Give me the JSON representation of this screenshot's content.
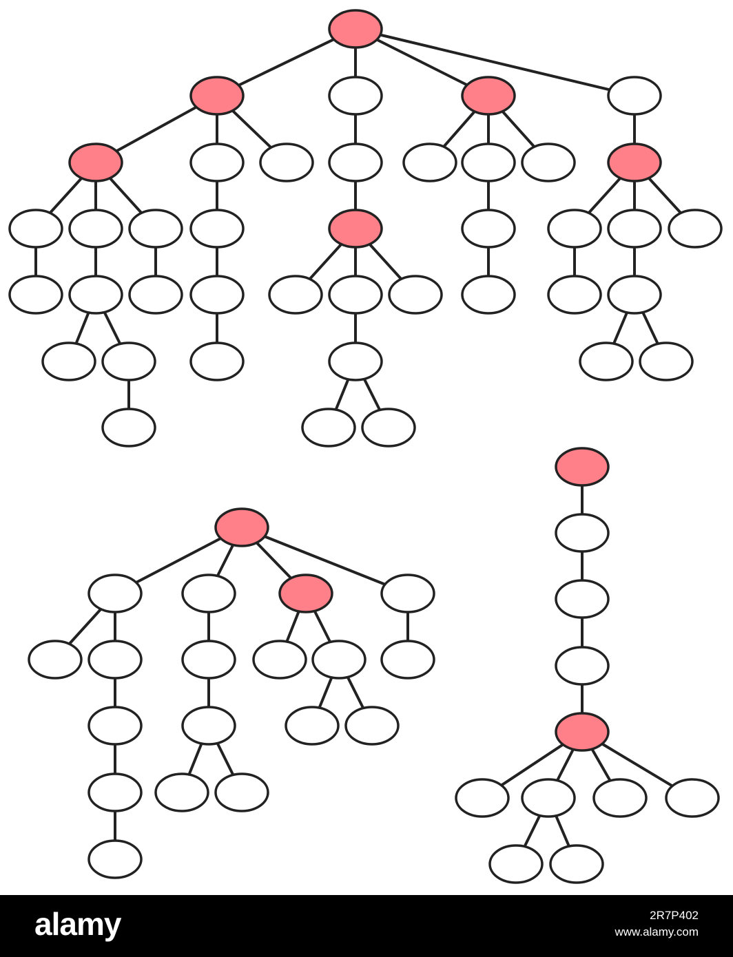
{
  "watermark": {
    "brand": "alamy",
    "image_id": "2R7P402",
    "site": "www.alamy.com"
  },
  "colors": {
    "highlight": "#ff8088",
    "plain": "#ffffff",
    "stroke": "#222222",
    "footer": "#000000"
  },
  "trees": [
    {
      "name": "tree-large",
      "nodes": [
        {
          "id": "A",
          "hl": true
        },
        {
          "id": "B",
          "hl": true
        },
        {
          "id": "C",
          "hl": false
        },
        {
          "id": "D",
          "hl": true
        },
        {
          "id": "E",
          "hl": false
        },
        {
          "id": "F",
          "hl": true
        },
        {
          "id": "G",
          "hl": false
        },
        {
          "id": "H",
          "hl": false
        },
        {
          "id": "I",
          "hl": false
        },
        {
          "id": "J",
          "hl": false
        },
        {
          "id": "K",
          "hl": false
        },
        {
          "id": "L",
          "hl": false
        },
        {
          "id": "M",
          "hl": true
        },
        {
          "id": "N",
          "hl": false
        },
        {
          "id": "O",
          "hl": false
        },
        {
          "id": "P",
          "hl": false
        },
        {
          "id": "Q",
          "hl": false
        },
        {
          "id": "R",
          "hl": false
        },
        {
          "id": "S",
          "hl": false
        },
        {
          "id": "T",
          "hl": false
        },
        {
          "id": "U",
          "hl": true
        },
        {
          "id": "V",
          "hl": false
        },
        {
          "id": "W",
          "hl": false
        },
        {
          "id": "X",
          "hl": false
        },
        {
          "id": "Y",
          "hl": false
        },
        {
          "id": "Z",
          "hl": false
        },
        {
          "id": "AA",
          "hl": false
        },
        {
          "id": "AB",
          "hl": false
        },
        {
          "id": "AC",
          "hl": false
        },
        {
          "id": "AD",
          "hl": false
        },
        {
          "id": "AE",
          "hl": false
        },
        {
          "id": "AF",
          "hl": false
        },
        {
          "id": "AG",
          "hl": false
        },
        {
          "id": "AH",
          "hl": false
        },
        {
          "id": "AI",
          "hl": false
        },
        {
          "id": "AJ",
          "hl": false
        },
        {
          "id": "AK",
          "hl": false
        },
        {
          "id": "AL",
          "hl": false
        },
        {
          "id": "AM",
          "hl": false
        },
        {
          "id": "AN",
          "hl": false
        },
        {
          "id": "AO",
          "hl": false
        },
        {
          "id": "AP",
          "hl": false
        }
      ],
      "edges": [
        [
          "A",
          "B"
        ],
        [
          "A",
          "C"
        ],
        [
          "A",
          "D"
        ],
        [
          "A",
          "E"
        ],
        [
          "B",
          "F"
        ],
        [
          "B",
          "G"
        ],
        [
          "B",
          "H"
        ],
        [
          "C",
          "I"
        ],
        [
          "D",
          "J"
        ],
        [
          "D",
          "K"
        ],
        [
          "D",
          "L"
        ],
        [
          "E",
          "M"
        ],
        [
          "F",
          "N"
        ],
        [
          "F",
          "O"
        ],
        [
          "F",
          "P"
        ],
        [
          "G",
          "Q"
        ],
        [
          "I",
          "R"
        ],
        [
          "K",
          "S"
        ],
        [
          "M",
          "T"
        ],
        [
          "M",
          "V"
        ],
        [
          "M",
          "W"
        ],
        [
          "N",
          "X"
        ],
        [
          "O",
          "Y"
        ],
        [
          "P",
          "Z"
        ],
        [
          "Q",
          "AA"
        ],
        [
          "R",
          "U"
        ],
        [
          "S",
          "AB"
        ],
        [
          "T",
          "AC"
        ],
        [
          "V",
          "AD"
        ],
        [
          "U",
          "AE"
        ],
        [
          "U",
          "AF"
        ],
        [
          "U",
          "AG"
        ],
        [
          "Y",
          "AH"
        ],
        [
          "Y",
          "AI"
        ],
        [
          "AA",
          "AJ"
        ],
        [
          "AI",
          "AK"
        ],
        [
          "AF",
          "AL"
        ],
        [
          "AD",
          "AM"
        ],
        [
          "AD",
          "AN"
        ],
        [
          "AE",
          "AO"
        ],
        [
          "AE",
          "AP"
        ]
      ]
    },
    {
      "name": "tree-bottom-left",
      "nodes": [
        {
          "id": "r",
          "hl": true
        },
        {
          "id": "a",
          "hl": false
        },
        {
          "id": "b",
          "hl": false
        },
        {
          "id": "c",
          "hl": true
        },
        {
          "id": "d",
          "hl": false
        },
        {
          "id": "e",
          "hl": false
        },
        {
          "id": "f",
          "hl": false
        },
        {
          "id": "g",
          "hl": false
        },
        {
          "id": "h",
          "hl": false
        },
        {
          "id": "i",
          "hl": false
        },
        {
          "id": "j",
          "hl": false
        },
        {
          "id": "k",
          "hl": false
        },
        {
          "id": "l",
          "hl": false
        },
        {
          "id": "m",
          "hl": false
        },
        {
          "id": "n",
          "hl": false
        },
        {
          "id": "o",
          "hl": false
        },
        {
          "id": "p",
          "hl": false
        },
        {
          "id": "q",
          "hl": false
        }
      ],
      "edges": [
        [
          "r",
          "a"
        ],
        [
          "r",
          "b"
        ],
        [
          "r",
          "c"
        ],
        [
          "r",
          "d"
        ],
        [
          "a",
          "e"
        ],
        [
          "a",
          "f"
        ],
        [
          "b",
          "g"
        ],
        [
          "c",
          "h"
        ],
        [
          "c",
          "i"
        ],
        [
          "d",
          "j"
        ],
        [
          "f",
          "k"
        ],
        [
          "g",
          "l"
        ],
        [
          "i",
          "m"
        ],
        [
          "i",
          "n"
        ],
        [
          "k",
          "o"
        ],
        [
          "l",
          "p"
        ],
        [
          "l",
          "q"
        ],
        [
          "o",
          "s"
        ]
      ]
    },
    {
      "name": "tree-bottom-right",
      "nodes": [
        {
          "id": "R1",
          "hl": true
        },
        {
          "id": "R2",
          "hl": false
        },
        {
          "id": "R3",
          "hl": false
        },
        {
          "id": "R4",
          "hl": false
        },
        {
          "id": "R5",
          "hl": true
        },
        {
          "id": "R6",
          "hl": false
        },
        {
          "id": "R7",
          "hl": false
        },
        {
          "id": "R8",
          "hl": false
        },
        {
          "id": "R9",
          "hl": false
        },
        {
          "id": "R10",
          "hl": false
        },
        {
          "id": "R11",
          "hl": false
        }
      ],
      "edges": [
        [
          "R1",
          "R2"
        ],
        [
          "R2",
          "R3"
        ],
        [
          "R3",
          "R4"
        ],
        [
          "R4",
          "R5"
        ],
        [
          "R5",
          "R6"
        ],
        [
          "R5",
          "R7"
        ],
        [
          "R5",
          "R8"
        ],
        [
          "R5",
          "R9"
        ],
        [
          "R7",
          "R10"
        ],
        [
          "R7",
          "R11"
        ]
      ]
    }
  ]
}
